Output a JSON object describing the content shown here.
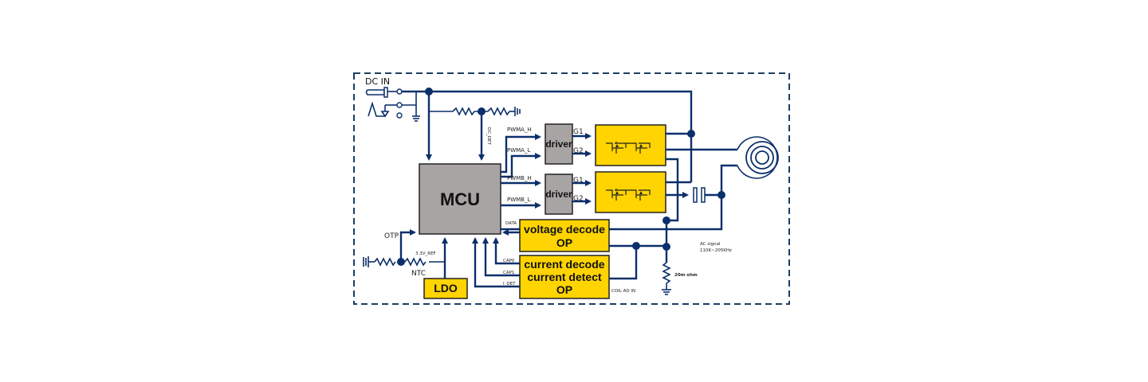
{
  "diagram": {
    "title": "Wireless charger transmitter block diagram",
    "colors": {
      "wire": "#0b2f6b",
      "block_yellow": "#ffd400",
      "block_gray": "#a8a4a3",
      "border": "#1b3f62"
    },
    "labels": {
      "dc_in": "DC  IN",
      "dc_det": "DC_DET",
      "mcu": "MCU",
      "driver_a": "driver",
      "driver_b": "driver",
      "pwma_h": "PWMA_H",
      "pwma_l": "PWMA_L",
      "pwmb_h": "PWMB_H",
      "pwmb_l": "PWMB_L",
      "g1_a": "G1",
      "g2_a": "G2",
      "g1_b": "G1",
      "g2_b": "G2",
      "data": "DATA",
      "otp": "OTP",
      "ref": "3.3V_REF",
      "ntc": "NTC",
      "ldo": "LDO",
      "cap0": "CAP0",
      "cap1": "CAP1",
      "i_det": "I_DET",
      "voltage_decode_line1": "voltage decode",
      "voltage_decode_line2": "OP",
      "current_decode_line1": "current decode",
      "current_decode_line2": "current detect",
      "current_decode_line3": "OP",
      "coil_ad_in": "COIL AD IN",
      "ac_signal_line1": "AC signal",
      "ac_signal_line2": "110K~205KHz",
      "sense_resistor": "20m ohm"
    }
  }
}
